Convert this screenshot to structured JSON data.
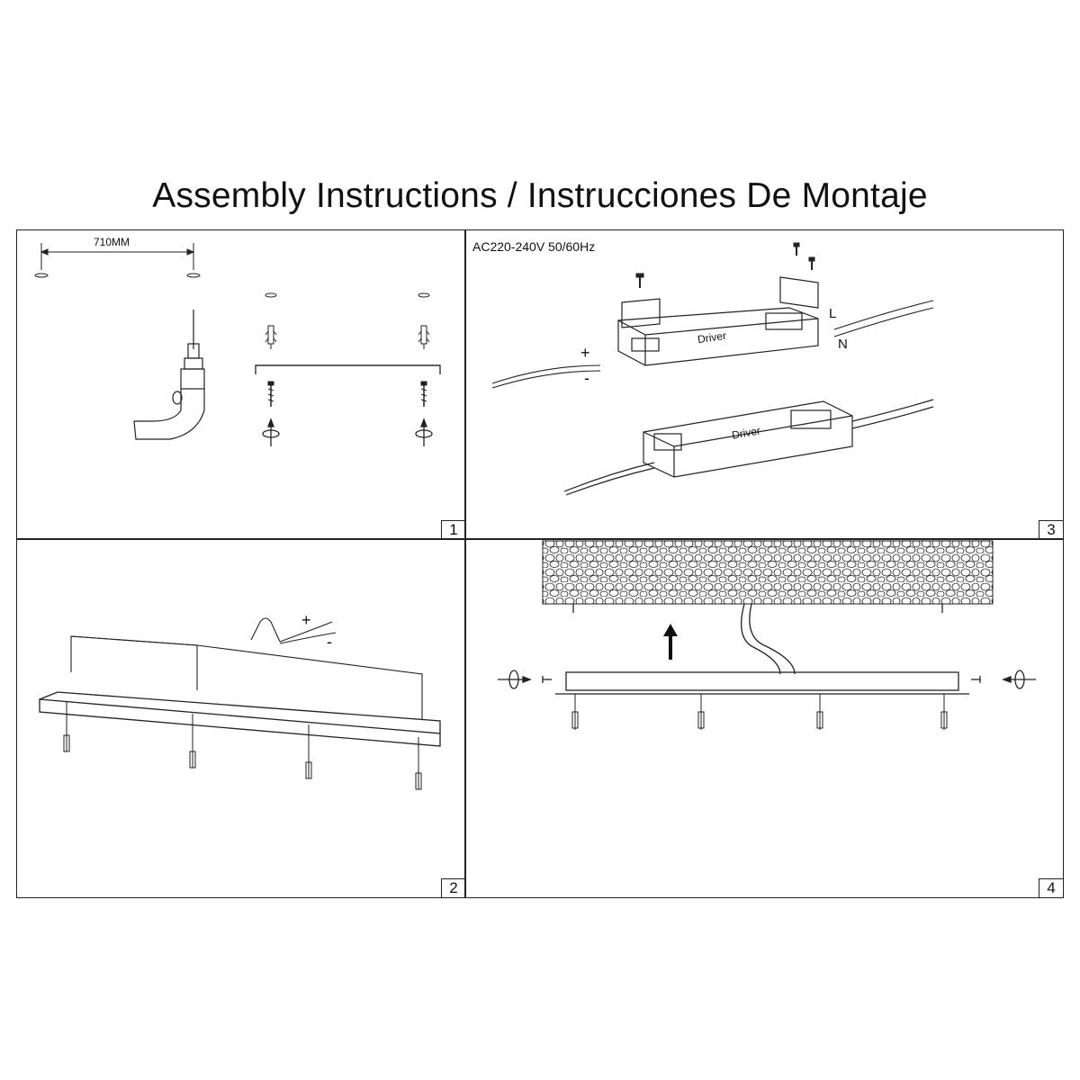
{
  "title": "Assembly Instructions / Instrucciones De Montaje",
  "panels": [
    {
      "step": "1",
      "dimension_label": "710MM"
    },
    {
      "step": "2",
      "plus": "+",
      "minus": "-"
    },
    {
      "step": "3",
      "voltage": "AC220-240V 50/60Hz",
      "plus": "+",
      "minus": "-",
      "live": "L",
      "neutral": "N",
      "driver_label": "Driver"
    },
    {
      "step": "4"
    }
  ],
  "icons": [
    "drill-icon",
    "wall-plug-icon",
    "screw-icon",
    "screwdriver-rotate-icon",
    "upward-arrow-icon"
  ]
}
